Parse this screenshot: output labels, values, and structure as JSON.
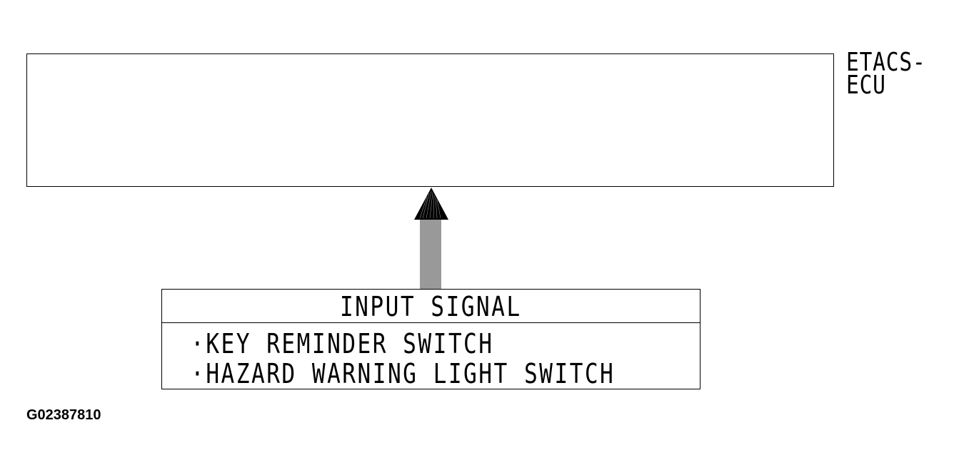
{
  "ecu": {
    "label_line1": "ETACS-",
    "label_line2": "ECU"
  },
  "input": {
    "title": "INPUT SIGNAL",
    "signals": [
      "KEY REMINDER SWITCH",
      "HAZARD WARNING LIGHT SWITCH"
    ],
    "bullet": "·"
  },
  "figure_id": "G02387810"
}
